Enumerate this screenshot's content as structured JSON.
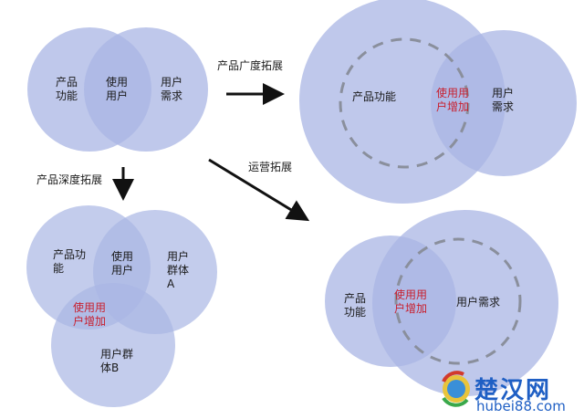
{
  "colors": {
    "circle_fill": "#a9b6e4",
    "overlap_fill": "#8f9fd8",
    "dashed_stroke": "#8a8f9c",
    "text": "#1a1a1a",
    "highlight_text": "#c8202f",
    "watermark": "#1f5fc4"
  },
  "diagram_1": {
    "left": "产品\n功能",
    "middle": "使用\n用户",
    "right": "用户\n需求"
  },
  "arrows": {
    "breadth": "产品广度拓展",
    "depth": "产品深度拓展",
    "operation": "运营拓展"
  },
  "diagram_breadth": {
    "left": "产品功能",
    "middle": "使用用\n户增加",
    "right": "用户\n需求"
  },
  "diagram_depth": {
    "left": "产品功\n能",
    "middle": "使用\n用户",
    "right": "用户\n群体\nA",
    "overlap": "使用用\n户增加",
    "bottom": "用户群\n体B"
  },
  "diagram_operation": {
    "left": "产品\n功能",
    "middle": "使用用\n户增加",
    "right": "用户需求"
  },
  "watermark": {
    "cn": "楚汉网",
    "en": "hubei88.com"
  }
}
